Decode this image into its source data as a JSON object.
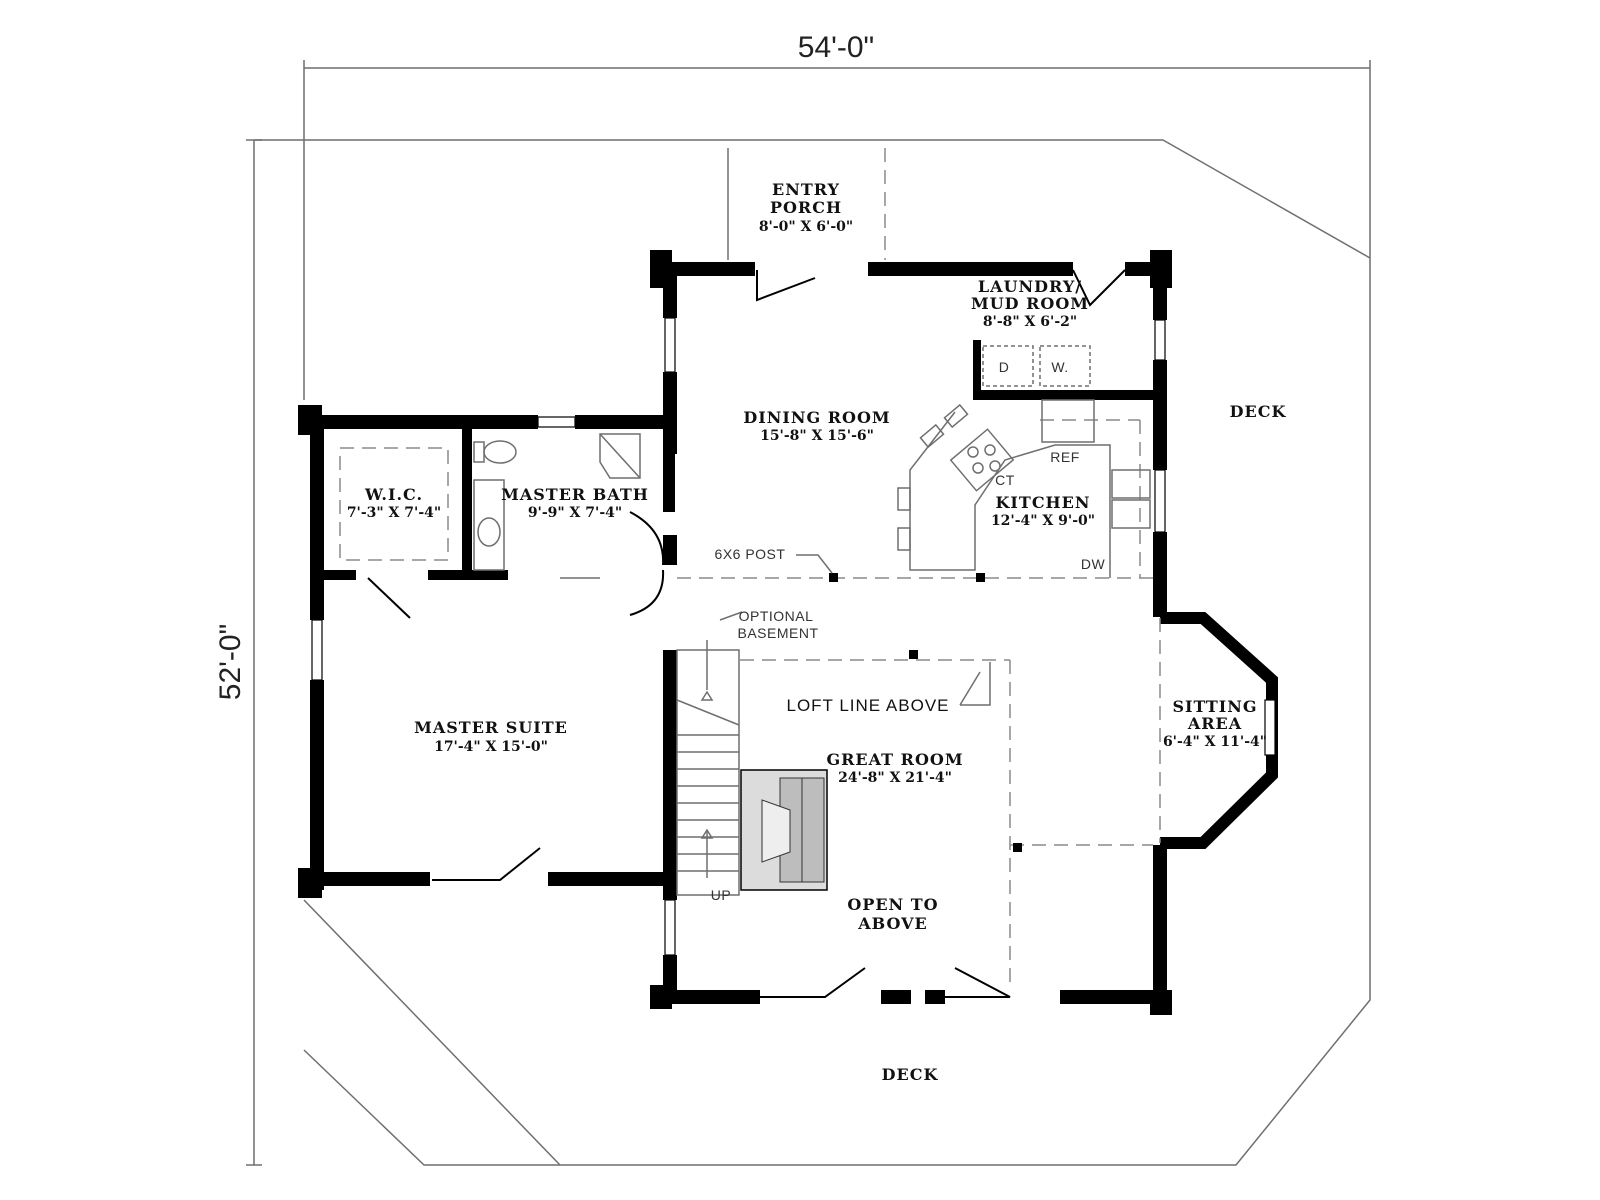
{
  "overall": {
    "width": "54'-0\"",
    "depth": "52'-0\""
  },
  "rooms": {
    "entry_porch": {
      "name_line1": "ENTRY",
      "name_line2": "PORCH",
      "size": "8'-0\" X 6'-0\""
    },
    "laundry": {
      "name_line1": "LAUNDRY/",
      "name_line2": "MUD ROOM",
      "size": "8'-8\" X 6'-2\"",
      "dryer": "D",
      "washer": "W."
    },
    "dining": {
      "name": "DINING ROOM",
      "size": "15'-8\" X 15'-6\""
    },
    "kitchen": {
      "name": "KITCHEN",
      "size": "12'-4\" X 9'-0\"",
      "ref": "REF",
      "ct": "CT",
      "dw": "DW"
    },
    "wic": {
      "name": "W.I.C.",
      "size": "7'-3\" X 7'-4\""
    },
    "master_bath": {
      "name": "MASTER BATH",
      "size": "9'-9\" X 7'-4\""
    },
    "master_suite": {
      "name": "MASTER SUITE",
      "size": "17'-4\" X 15'-0\""
    },
    "great_room": {
      "name": "GREAT ROOM",
      "size": "24'-8\" X 21'-4\""
    },
    "sitting_area": {
      "name_line1": "SITTING",
      "name_line2": "AREA",
      "size": "6'-4\" X 11'-4\""
    },
    "deck_east": {
      "name": "DECK"
    },
    "deck_south": {
      "name": "DECK"
    }
  },
  "notes": {
    "post": "6X6 POST",
    "basement_line1": "OPTIONAL",
    "basement_line2": "BASEMENT",
    "loft": "LOFT LINE ABOVE",
    "open_line1": "OPEN TO",
    "open_line2": "ABOVE",
    "stair_up": "UP"
  }
}
